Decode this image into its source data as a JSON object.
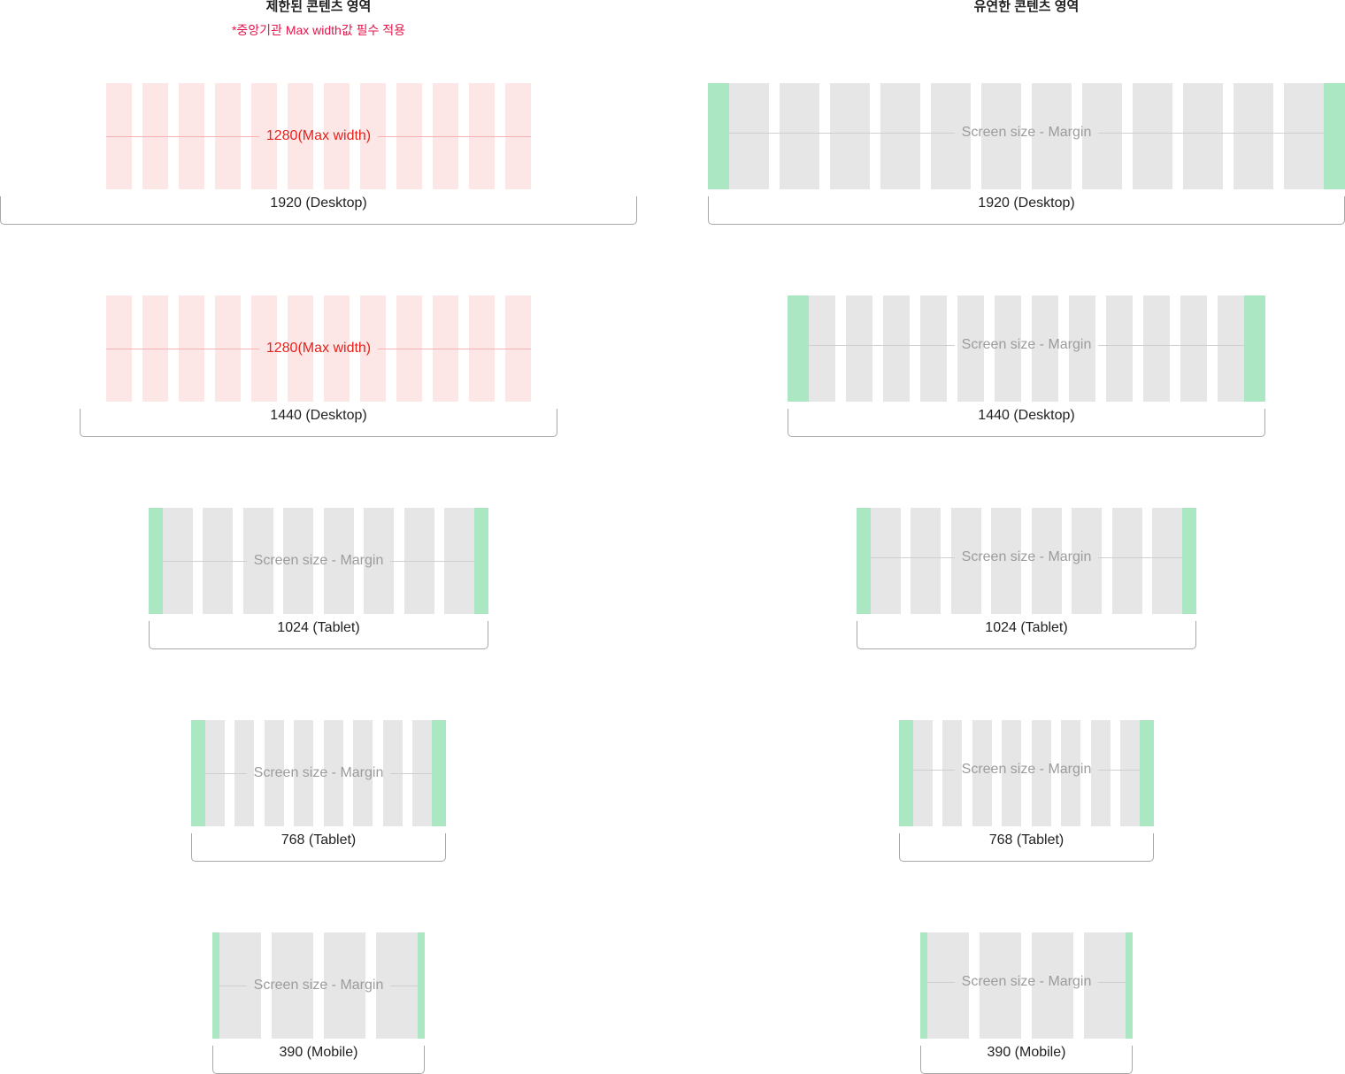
{
  "columns": {
    "restricted": {
      "title": "제한된 콘텐츠 영역",
      "note": "*중앙기관 Max width값 필수 적용"
    },
    "fluid": {
      "title": "유연한 콘텐츠 영역"
    }
  },
  "measure_labels": {
    "max_width": "1280(Max width)",
    "screen_minus_margin": "Screen size - Margin"
  },
  "breakpoints": [
    {
      "label": "1920 (Desktop)"
    },
    {
      "label": "1440 (Desktop)"
    },
    {
      "label": "1024 (Tablet)"
    },
    {
      "label": "768 (Tablet)"
    },
    {
      "label": "390 (Mobile)"
    }
  ],
  "grid_columns": {
    "desktop": 12,
    "tablet_1024": 8,
    "tablet_768": 8,
    "mobile": 4
  },
  "colors": {
    "restricted_column": "#fde6e6",
    "fluid_column": "#e6e6e6",
    "margin": "#abe7c2",
    "max_width_label": "#e8211b",
    "note": "#e6134a",
    "measure_label": "#9c9c9c"
  }
}
